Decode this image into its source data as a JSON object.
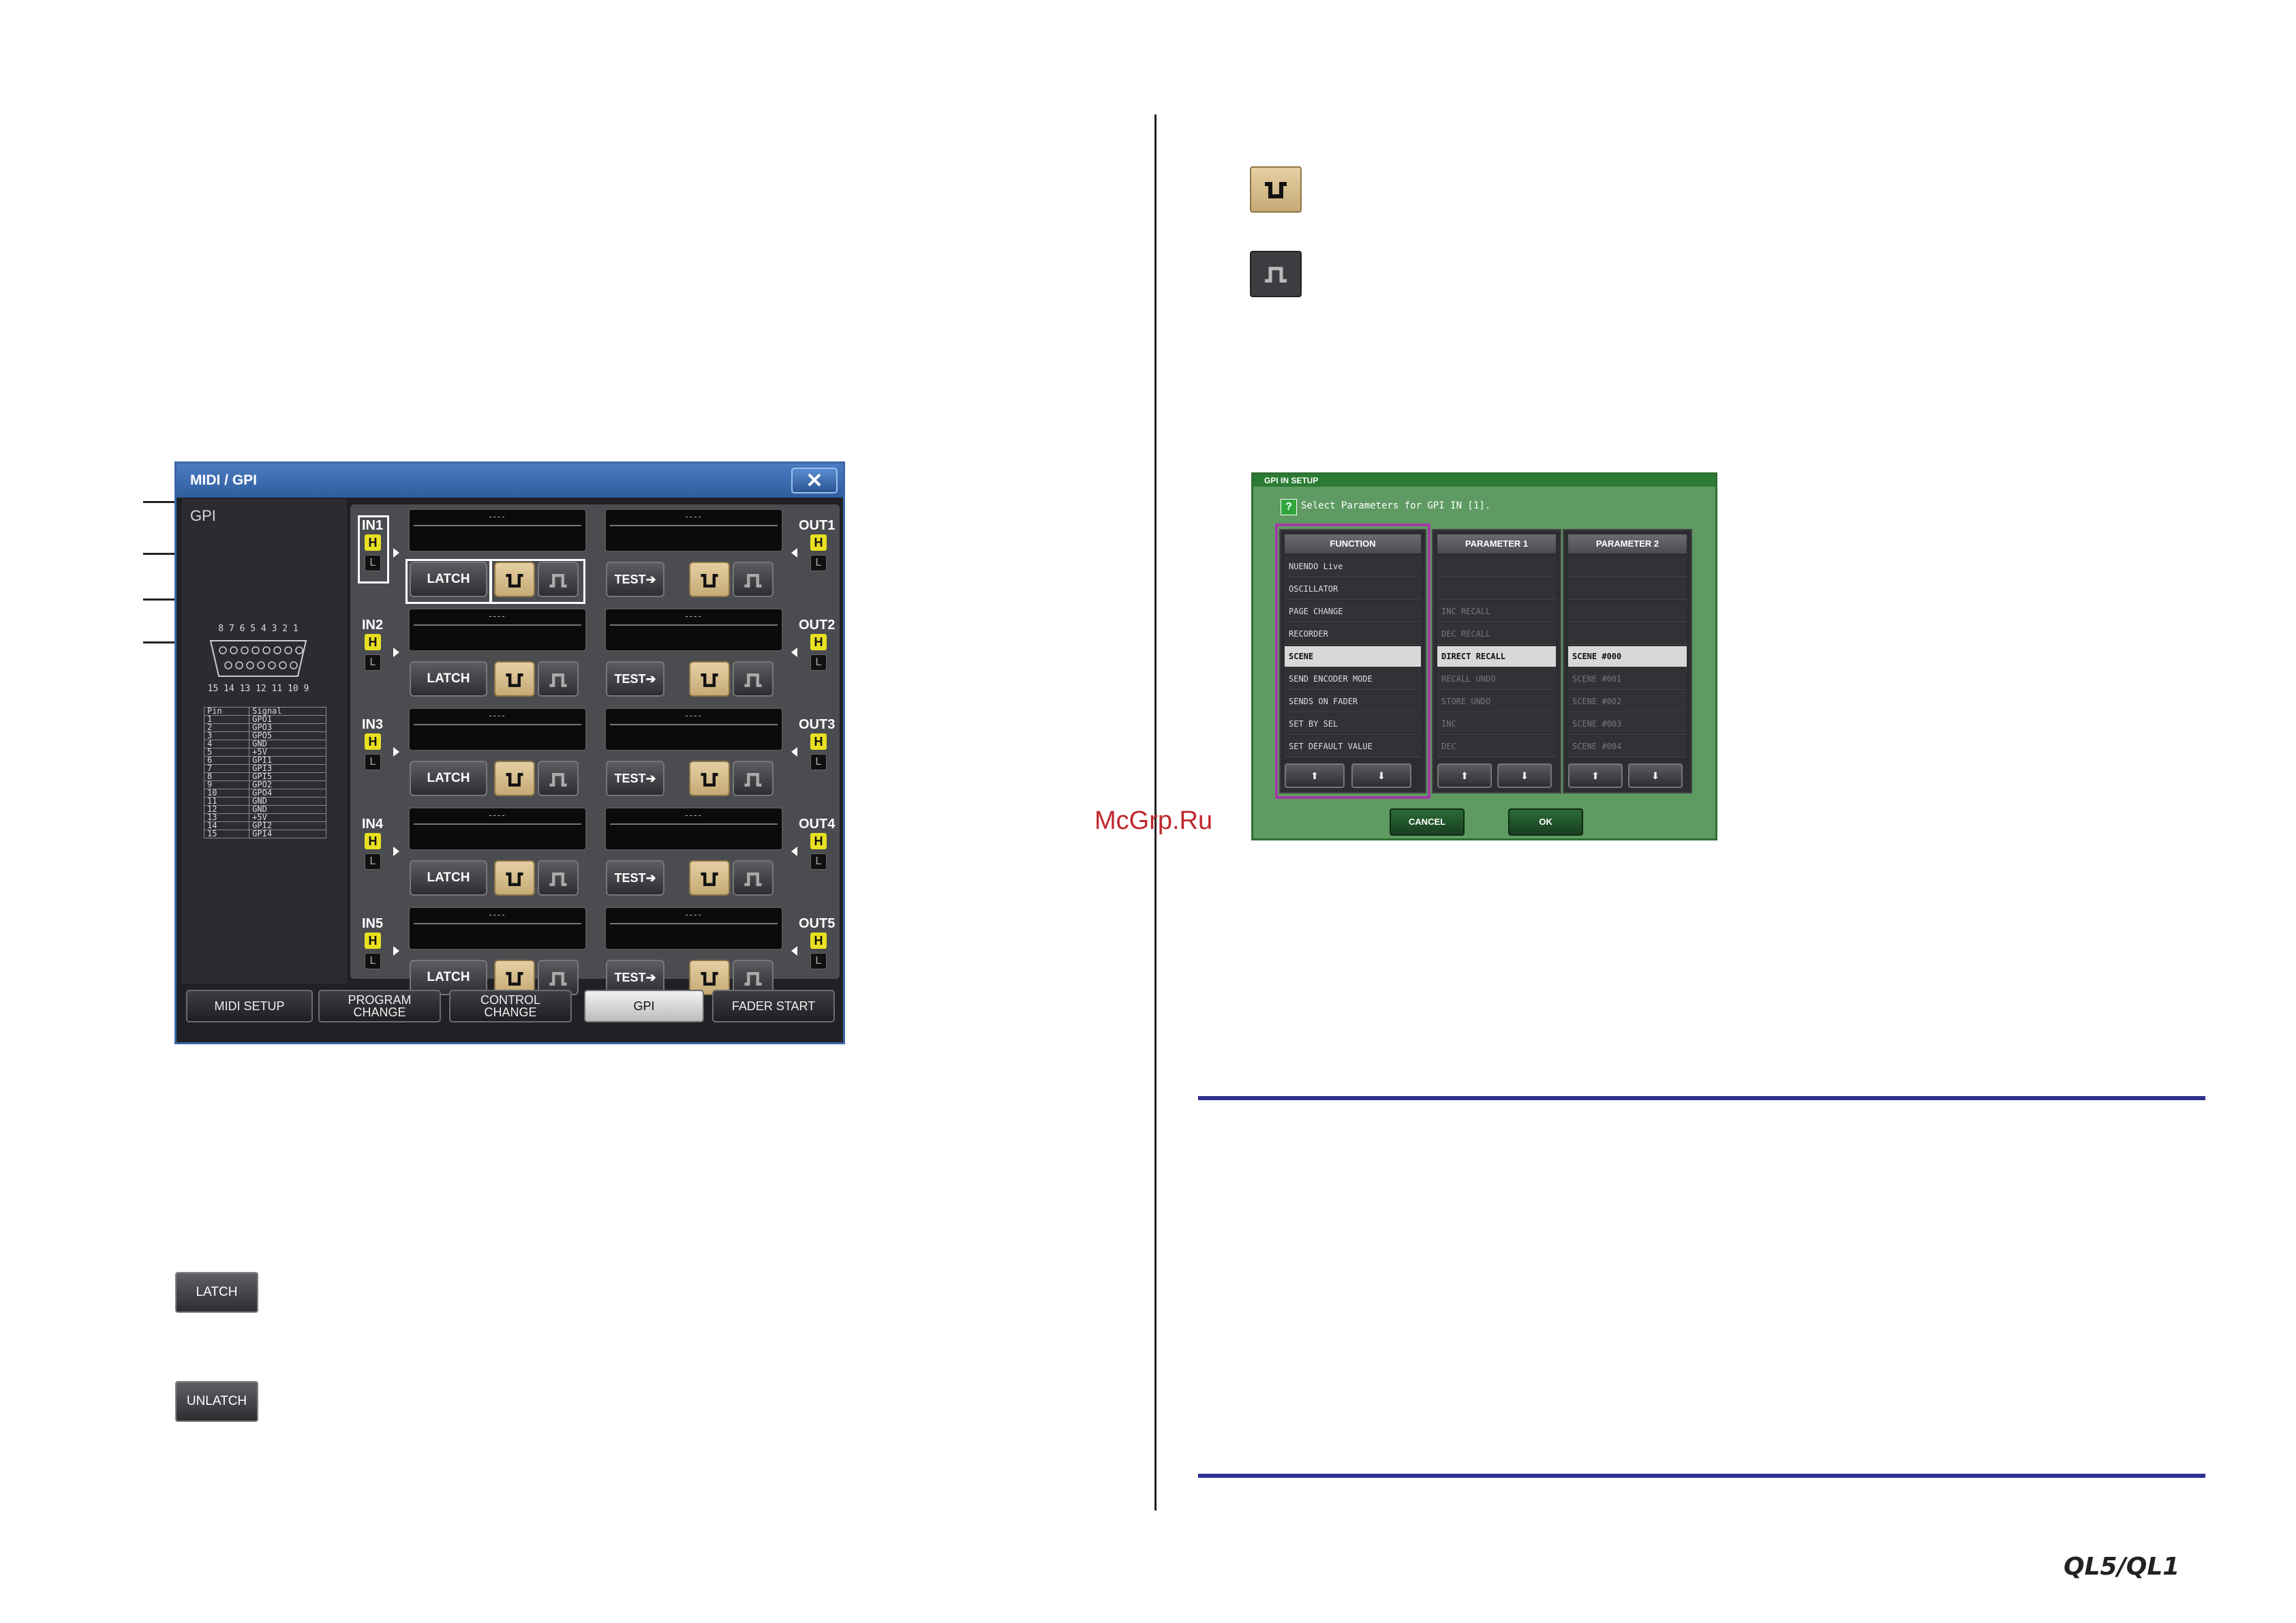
{
  "window": {
    "title": "MIDI / GPI",
    "close_label": "✕",
    "section_label": "GPI",
    "connector": {
      "top_pins": "8 7 6 5 4 3 2 1",
      "bottom_pins": "15 14 13 12 11 10 9"
    },
    "pin_table": {
      "headers": [
        "Pin",
        "Signal"
      ],
      "rows": [
        [
          "1",
          "GPO1"
        ],
        [
          "2",
          "GPO3"
        ],
        [
          "3",
          "GPO5"
        ],
        [
          "4",
          "GND"
        ],
        [
          "5",
          "+5V"
        ],
        [
          "6",
          "GPI1"
        ],
        [
          "7",
          "GPI3"
        ],
        [
          "8",
          "GPI5"
        ],
        [
          "9",
          "GPO2"
        ],
        [
          "10",
          "GPO4"
        ],
        [
          "11",
          "GND"
        ],
        [
          "12",
          "GND"
        ],
        [
          "13",
          "+5V"
        ],
        [
          "14",
          "GPI2"
        ],
        [
          "15",
          "GPI4"
        ]
      ]
    },
    "inputs": [
      {
        "label": "IN1",
        "h": "H",
        "l": "L",
        "display": "----",
        "latch": "LATCH"
      },
      {
        "label": "IN2",
        "h": "H",
        "l": "L",
        "display": "----",
        "latch": "LATCH"
      },
      {
        "label": "IN3",
        "h": "H",
        "l": "L",
        "display": "----",
        "latch": "LATCH"
      },
      {
        "label": "IN4",
        "h": "H",
        "l": "L",
        "display": "----",
        "latch": "LATCH"
      },
      {
        "label": "IN5",
        "h": "H",
        "l": "L",
        "display": "----",
        "latch": "LATCH"
      }
    ],
    "outputs": [
      {
        "label": "OUT1",
        "h": "H",
        "l": "L",
        "display": "----",
        "test": "TEST➔"
      },
      {
        "label": "OUT2",
        "h": "H",
        "l": "L",
        "display": "----",
        "test": "TEST➔"
      },
      {
        "label": "OUT3",
        "h": "H",
        "l": "L",
        "display": "----",
        "test": "TEST➔"
      },
      {
        "label": "OUT4",
        "h": "H",
        "l": "L",
        "display": "----",
        "test": "TEST➔"
      },
      {
        "label": "OUT5",
        "h": "H",
        "l": "L",
        "display": "----",
        "test": "TEST➔"
      }
    ],
    "tabs": [
      {
        "label": "MIDI SETUP",
        "selected": false
      },
      {
        "label": "PROGRAM CHANGE",
        "selected": false
      },
      {
        "label": "CONTROL CHANGE",
        "selected": false
      },
      {
        "label": "GPI",
        "selected": true
      },
      {
        "label": "FADER START",
        "selected": false
      }
    ]
  },
  "left_buttons": {
    "latch": "LATCH",
    "unlatch": "UNLATCH"
  },
  "dialog": {
    "title": "GPI IN SETUP",
    "message": "Select Parameters for GPI IN [1].",
    "function": {
      "header": "FUNCTION",
      "items": [
        "NUENDO Live",
        "OSCILLATOR",
        "PAGE CHANGE",
        "RECORDER",
        "SCENE",
        "SEND ENCODER MODE",
        "SENDS ON FADER",
        "SET BY SEL",
        "SET DEFAULT VALUE"
      ],
      "selected": "SCENE"
    },
    "parameter1": {
      "header": "PARAMETER 1",
      "items": [
        "",
        "",
        "INC RECALL",
        "DEC RECALL",
        "DIRECT RECALL",
        "RECALL UNDO",
        "STORE UNDO",
        "INC",
        "DEC"
      ],
      "selected": "DIRECT RECALL"
    },
    "parameter2": {
      "header": "PARAMETER 2",
      "items": [
        "",
        "",
        "",
        "",
        "SCENE #000",
        "SCENE #001",
        "SCENE #002",
        "SCENE #003",
        "SCENE #004"
      ],
      "selected": "SCENE #000"
    },
    "up_label": "⬆",
    "down_label": "⬇",
    "cancel_label": "CANCEL",
    "ok_label": "OK"
  },
  "watermark": "McGrp.Ru",
  "brand": "QL5/QL1",
  "colors": {
    "accent_blue": "#3b67a6",
    "dialog_green": "#5e9a62",
    "rule_blue": "#2d3090",
    "polarity_on": "#d4bb8a",
    "indicator_yellow": "#e8e020"
  }
}
